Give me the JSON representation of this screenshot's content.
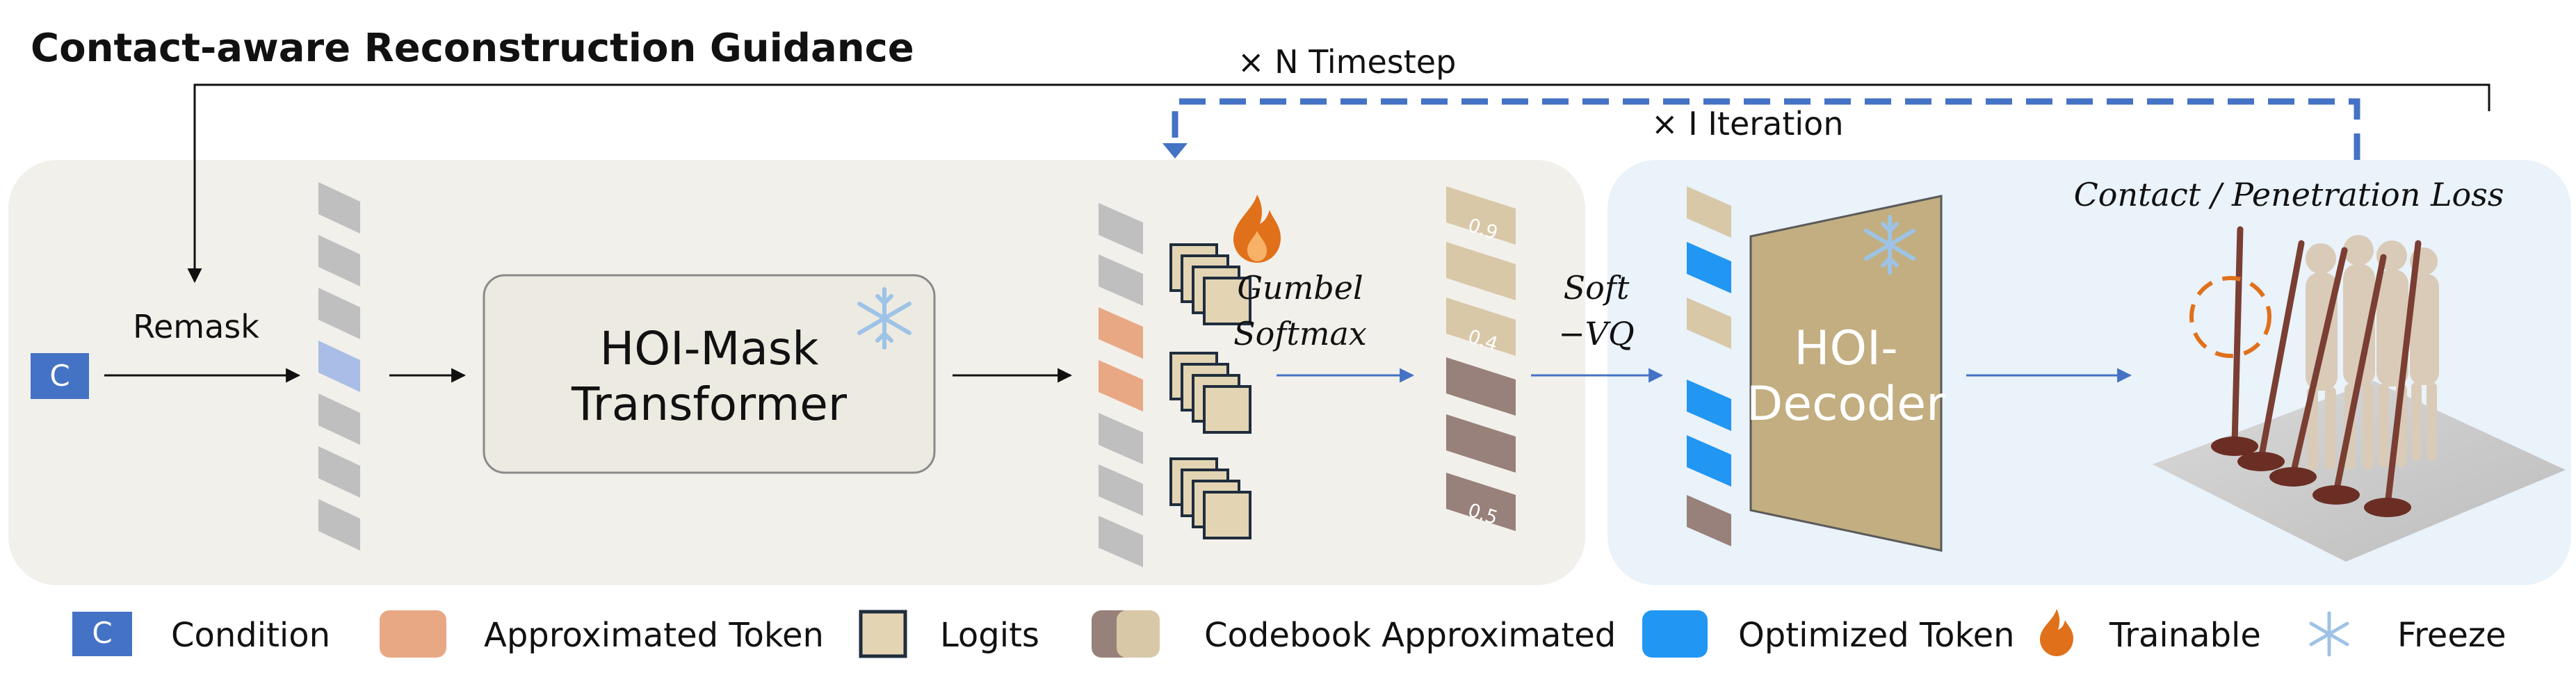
{
  "title": "Contact-aware Reconstruction Guidance",
  "loop_outer": "× N Timestep",
  "loop_inner": "× I Iteration",
  "remask_label": "Remask",
  "condition_token_letter": "C",
  "transformer_label_line1": "HOI-Mask",
  "transformer_label_line2": "Transformer",
  "gumbel_line1": "Gumbel",
  "gumbel_line2": "Softmax",
  "softvq_line1": "Soft",
  "softvq_line2": "−VQ",
  "decoder_line1": "HOI-",
  "decoder_line2": "Decoder",
  "loss_label": "Contact / Penetration Loss",
  "approx_cells": [
    "0.9",
    "0.4",
    "0.5"
  ],
  "legend": {
    "condition": "Condition",
    "approximated_token": "Approximated Token",
    "logits": "Logits",
    "codebook_approximated": "Codebook Approximated",
    "optimized_token": "Optimized Token",
    "trainable": "Trainable",
    "freeze": "Freeze"
  },
  "colors": {
    "condition": "#4472C4",
    "masked_token": "#A9BDE6",
    "gray_token": "#BFBFBF",
    "approximated_token": "#E9A884",
    "logits_fill": "#E3D5B4",
    "codebook_light": "#D8C8A8",
    "codebook_dark": "#98817A",
    "optimized_token": "#2196F3",
    "decoder": "#C2AE80",
    "arrow_blue": "#4472C4",
    "fire": "#E0701A",
    "snow": "#9DC3E6"
  }
}
